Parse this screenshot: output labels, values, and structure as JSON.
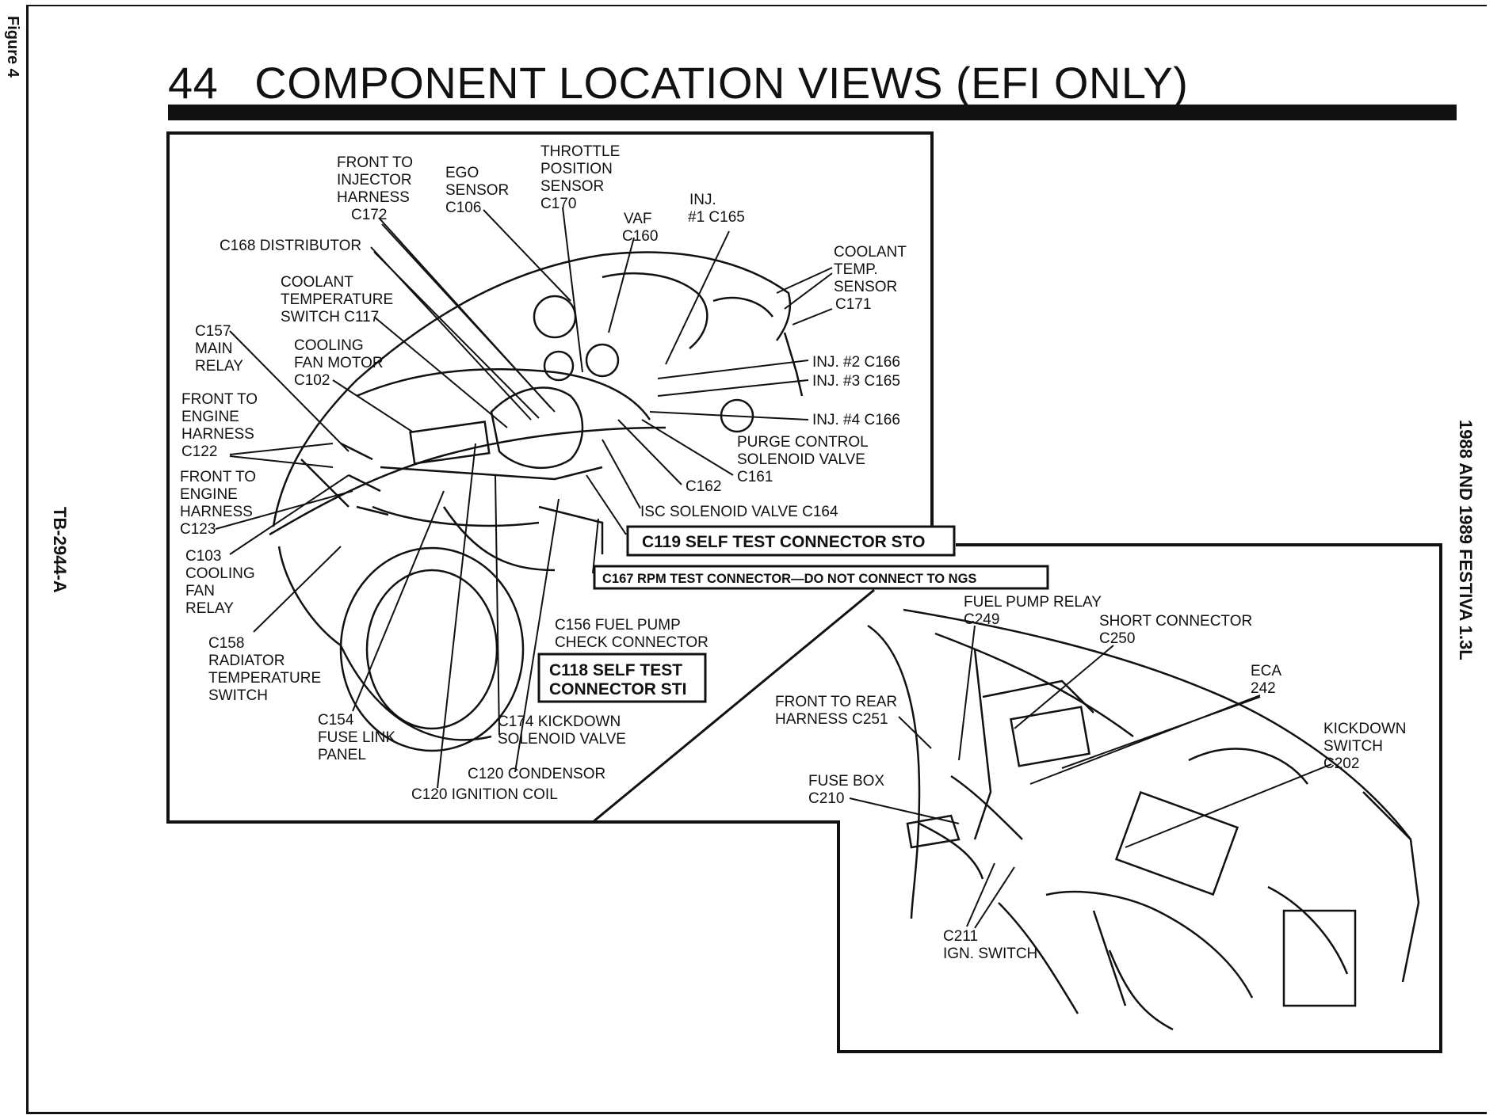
{
  "side": {
    "figure": "Figure 4",
    "doc_id": "TB-2944-A",
    "vehicle": "1988 AND 1989 FESTIVA 1.3L"
  },
  "header": {
    "page_number": "44",
    "title": "COMPONENT LOCATION VIEWS (EFI ONLY)"
  },
  "callouts": {
    "front_to_injector": [
      "FRONT TO",
      "INJECTOR",
      "HARNESS",
      "C172"
    ],
    "ego_sensor": [
      "EGO",
      "SENSOR",
      "C106"
    ],
    "throttle_position": [
      "THROTTLE",
      "POSITION",
      "SENSOR",
      "C170"
    ],
    "vaf": [
      "VAF",
      "C160"
    ],
    "inj1": [
      "INJ.",
      "#1 C165"
    ],
    "coolant_temp_sensor": [
      "COOLANT",
      "TEMP.",
      "SENSOR",
      "C171"
    ],
    "distributor": "C168 DISTRIBUTOR",
    "coolant_temp_switch": [
      "COOLANT",
      "TEMPERATURE",
      "SWITCH C117"
    ],
    "main_relay": [
      "C157",
      "MAIN",
      "RELAY"
    ],
    "cooling_fan_motor": [
      "COOLING",
      "FAN MOTOR",
      "C102"
    ],
    "inj2": "INJ. #2 C166",
    "inj3": "INJ. #3 C165",
    "inj4": "INJ. #4 C166",
    "front_to_engine_c122": [
      "FRONT TO",
      "ENGINE",
      "HARNESS",
      "C122"
    ],
    "front_to_engine_c123": [
      "FRONT TO",
      "ENGINE",
      "HARNESS",
      "C123"
    ],
    "purge_control": [
      "PURGE CONTROL",
      "SOLENOID VALVE",
      "C161"
    ],
    "c162": "C162",
    "isc_solenoid": "ISC SOLENOID VALVE C164",
    "cooling_fan_relay": [
      "C103",
      "COOLING",
      "FAN",
      "RELAY"
    ],
    "radiator_temp_switch": [
      "C158",
      "RADIATOR",
      "TEMPERATURE",
      "SWITCH"
    ],
    "fuel_pump_check": [
      "C156 FUEL PUMP",
      "CHECK CONNECTOR"
    ],
    "fuse_link_panel": [
      "C154",
      "FUSE LINK",
      "PANEL"
    ],
    "kickdown_solenoid": [
      "C174 KICKDOWN",
      "SOLENOID VALVE"
    ],
    "condensor": "C120 CONDENSOR",
    "ignition_coil": "C120 IGNITION COIL",
    "fuel_pump_relay": [
      "FUEL PUMP RELAY",
      "C249"
    ],
    "short_connector": [
      "SHORT CONNECTOR",
      "C250"
    ],
    "eca": [
      "ECA",
      "242"
    ],
    "front_to_rear": [
      "FRONT TO REAR",
      "HARNESS C251"
    ],
    "kickdown_switch": [
      "KICKDOWN",
      "SWITCH",
      "C202"
    ],
    "fuse_box": [
      "FUSE BOX",
      "C210"
    ],
    "ign_switch": [
      "C211",
      "IGN. SWITCH"
    ]
  },
  "boxed": {
    "sto": "C119 SELF TEST CONNECTOR STO",
    "rpm": "C167 RPM TEST CONNECTOR—DO NOT CONNECT TO NGS",
    "sti": [
      "C118 SELF TEST",
      "CONNECTOR STI"
    ]
  }
}
